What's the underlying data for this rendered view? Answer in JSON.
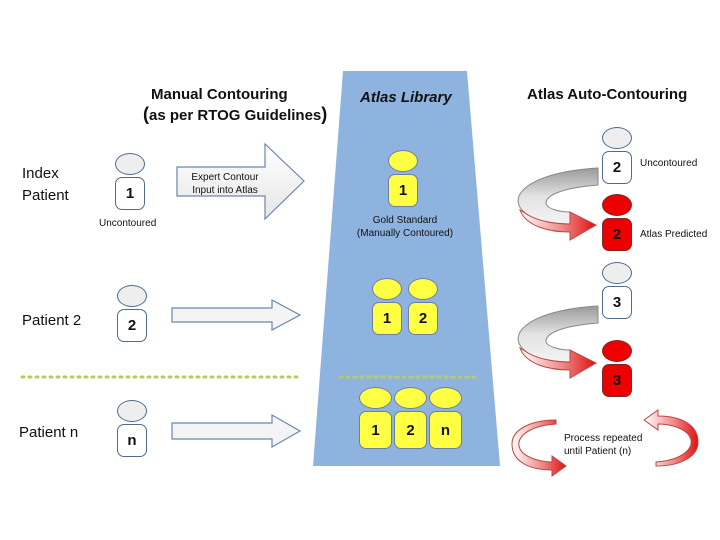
{
  "headers": {
    "manual": "Manual Contouring",
    "manual_sub_paren_open": "(",
    "manual_sub": "as per RTOG Guidelines",
    "manual_sub_paren_close": ")",
    "library": "Atlas Library",
    "auto": "Atlas Auto-Contouring"
  },
  "rows": {
    "index_patient_line1": "Index",
    "index_patient_line2": "Patient",
    "patient2": "Patient 2",
    "patientn": "Patient n"
  },
  "figures": {
    "index": "1",
    "p2": "2",
    "pn": "n",
    "lib1": "1",
    "lib2_a": "1",
    "lib2_b": "2",
    "libn_a": "1",
    "libn_b": "2",
    "libn_c": "n",
    "auto_un2": "2",
    "auto_pred2": "2",
    "auto_un3": "3",
    "auto_pred3": "3"
  },
  "labels": {
    "uncontoured_left": "Uncontoured",
    "expert_line1": "Expert Contour",
    "expert_line2": "Input into Atlas",
    "gold_line1": "Gold Standard",
    "gold_line2": "(Manually Contoured)",
    "uncontoured_right": "Uncontoured",
    "atlas_predicted": "Atlas Predicted",
    "repeat_line1": "Process repeated",
    "repeat_line2": "until Patient (n)"
  },
  "colors": {
    "library_panel": "#8fb3df",
    "figure_yellow": "#ffff44",
    "figure_red": "#ee0000",
    "dots": "#b5cf5a",
    "arrow_outline": "#6b86ad"
  }
}
